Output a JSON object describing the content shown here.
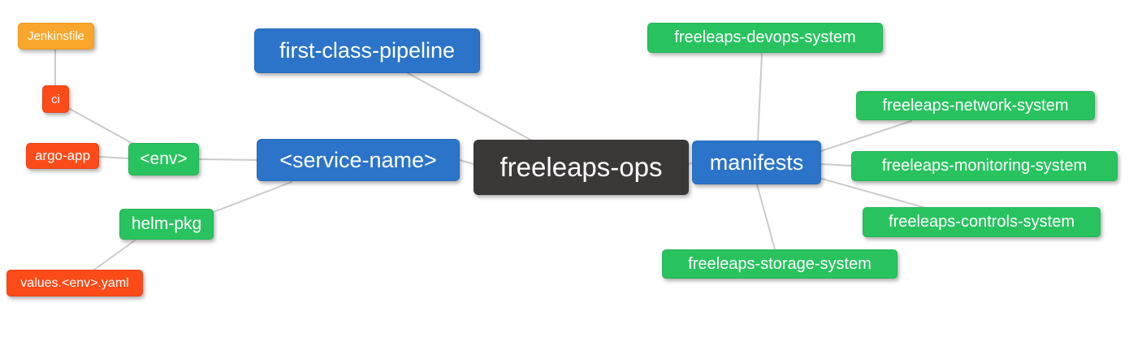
{
  "diagram": {
    "type": "mindmap",
    "root_label": "freeleaps-ops",
    "colors": {
      "blue": "#2b74c9",
      "green": "#28c35f",
      "red": "#fb4b19",
      "orange": "#f9a62c",
      "dark": "#3b3838",
      "edge": "#cbcbcb",
      "text": "#ffffff",
      "background": "#ffffff"
    },
    "nodes": {
      "freeleaps_ops": {
        "label": "freeleaps-ops",
        "role": "root",
        "color": "dark"
      },
      "first_class_pipeline": {
        "label": "first-class-pipeline",
        "role": "child",
        "color": "blue"
      },
      "service_name": {
        "label": "<service-name>",
        "role": "child",
        "color": "blue"
      },
      "manifests": {
        "label": "manifests",
        "role": "child",
        "color": "blue"
      },
      "env": {
        "label": "<env>",
        "role": "child",
        "color": "green"
      },
      "helm_pkg": {
        "label": "helm-pkg",
        "role": "child",
        "color": "green"
      },
      "ci": {
        "label": "ci",
        "role": "child",
        "color": "red"
      },
      "argo_app": {
        "label": "argo-app",
        "role": "child",
        "color": "red"
      },
      "jenkinsfile": {
        "label": "Jenkinsfile",
        "role": "child",
        "color": "orange"
      },
      "values_env_yaml": {
        "label": "values.<env>.yaml",
        "role": "child",
        "color": "red"
      },
      "freeleaps_devops_system": {
        "label": "freeleaps-devops-system",
        "role": "child",
        "color": "green"
      },
      "freeleaps_network_system": {
        "label": "freeleaps-network-system",
        "role": "child",
        "color": "green"
      },
      "freeleaps_monitoring_system": {
        "label": "freeleaps-monitoring-system",
        "role": "child",
        "color": "green"
      },
      "freeleaps_controls_system": {
        "label": "freeleaps-controls-system",
        "role": "child",
        "color": "green"
      },
      "freeleaps_storage_system": {
        "label": "freeleaps-storage-system",
        "role": "child",
        "color": "green"
      }
    },
    "edges": [
      {
        "from": "freeleaps_ops",
        "to": "first_class_pipeline"
      },
      {
        "from": "freeleaps_ops",
        "to": "service_name"
      },
      {
        "from": "freeleaps_ops",
        "to": "manifests"
      },
      {
        "from": "service_name",
        "to": "env"
      },
      {
        "from": "service_name",
        "to": "helm_pkg"
      },
      {
        "from": "env",
        "to": "ci"
      },
      {
        "from": "env",
        "to": "argo_app"
      },
      {
        "from": "ci",
        "to": "jenkinsfile"
      },
      {
        "from": "helm_pkg",
        "to": "values_env_yaml"
      },
      {
        "from": "manifests",
        "to": "freeleaps_devops_system"
      },
      {
        "from": "manifests",
        "to": "freeleaps_network_system"
      },
      {
        "from": "manifests",
        "to": "freeleaps_monitoring_system"
      },
      {
        "from": "manifests",
        "to": "freeleaps_controls_system"
      },
      {
        "from": "manifests",
        "to": "freeleaps_storage_system"
      }
    ]
  }
}
